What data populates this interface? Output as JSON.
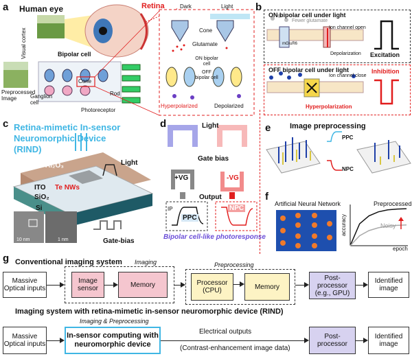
{
  "panels": {
    "a": "a",
    "b": "b",
    "c": "c",
    "d": "d",
    "e": "e",
    "f": "f",
    "g": "g"
  },
  "a": {
    "human_eye": "Human eye",
    "retina": "Retina",
    "visual_cortex": "Visual cortex",
    "bipolar_cell": "Bipolar cell",
    "cone": "Cone",
    "rod": "Rod",
    "ganglion_cell": "Ganglion cell",
    "preprocessed_image": "Preprocessed Image",
    "photoreceptor": "Photoreceptor",
    "dark": "Dark",
    "light": "Light",
    "glutamate": "Glutamate",
    "on_bipolar": "ON bipolar cell",
    "off_bipolar": "OFF bipolar cell",
    "hyperpolarized": "Hyperpolarized",
    "depolarized": "Depolarized"
  },
  "b": {
    "on_title": "ON bipolar cell under light",
    "fewer_glutamate": "Fewer glutamate",
    "ion_open": "Ion channel open",
    "mglur6": "mGluR6",
    "depolarization": "Depolarization",
    "excitation": "Excitation",
    "off_title": "OFF bipolar cell under light",
    "ion_close": "Ion channel close",
    "hyperpolarization": "Hyperpolarization",
    "inhibition": "Inhibition"
  },
  "c": {
    "title_line1": "Retina-mimetic In-sensor",
    "title_line2": "Neuromorphic Device",
    "title_line3": "(RIND)",
    "light": "Light",
    "al2o3": "Al₂O₃",
    "ito": "ITO",
    "te_nws": "Te NWs",
    "sio2": "SiO₂",
    "si": "Si",
    "gate_bias": "Gate-bias",
    "scale1": "10 nm",
    "scale2": "1 nm"
  },
  "d": {
    "light": "Light",
    "gate_bias": "Gate bias",
    "plus_vg": "+VG",
    "minus_vg": "-VG",
    "output": "Output",
    "ip": "IP",
    "ppc": "PPC",
    "npc": "NPC",
    "caption": "Bipolar cell-like photoresponse"
  },
  "e": {
    "title": "Image preprocessing",
    "ppc": "PPC",
    "npc": "NPC"
  },
  "f": {
    "title": "Artificial Neural Network",
    "preprocessed": "Preprocessed",
    "noisy": "Noisy",
    "accuracy": "accuracy",
    "epoch": "epoch"
  },
  "g": {
    "conv_title": "Conventional imaging system",
    "imaging": "Imaging",
    "preprocessing": "Preprocessing",
    "massive_optical_inputs": "Massive Optical inputs",
    "image_sensor": "Image sensor",
    "memory": "Memory",
    "processor": "Processor (CPU)",
    "memory2": "Memory",
    "post_processor_gpu": "Post-processor (e.g., GPU)",
    "identified_image": "Identified image",
    "rind_title": "Imaging system with retina-mimetic in-sensor neuromorphic device (RIND)",
    "imaging_preprocessing": "Imaging & Preprocessing",
    "massive_optical_inputs2": "Massive Optical inputs",
    "in_sensor": "In-sensor computing with neuromorphic device",
    "electrical_outputs": "Electrical outputs",
    "contrast": "(Contrast-enhancement image data)",
    "post_processor": "Post-processor",
    "identified_image2": "Identified image"
  },
  "chart_data": {
    "type": "line",
    "title": "",
    "xlabel": "epoch",
    "ylabel": "accuracy",
    "series": [
      {
        "name": "Preprocessed",
        "values": [
          0,
          0.55,
          0.75,
          0.85,
          0.9,
          0.92,
          0.93
        ]
      },
      {
        "name": "Noisy",
        "values": [
          0,
          0.25,
          0.38,
          0.45,
          0.49,
          0.51,
          0.52
        ]
      }
    ]
  },
  "colors": {
    "red": "#e11d1d",
    "blue": "#1e3fa8",
    "pink_box": "#f5c6cf",
    "yellow_box": "#fdf3c4",
    "purple_box": "#d7d2f0",
    "cyan": "#3fb6e4",
    "dark_teal": "#1e5a66"
  }
}
